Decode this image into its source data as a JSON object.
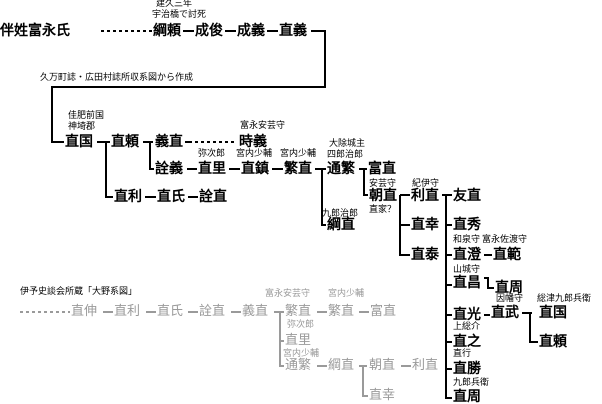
{
  "title": "伴姓富永氏",
  "source_note": "久万町誌・広田村誌所収系図から作成",
  "alt_source_note": "伊予史談会所蔵「大野系図」",
  "people": {
    "tsunayori": "綱頼",
    "naritoshi": "成俊",
    "nariyoshi": "成義",
    "naoyoshi": "直義",
    "naokuni": "直国",
    "naoyori": "直頼",
    "yoshinao": "義直",
    "tokiyoshi": "時義",
    "noriyoshi": "詮義",
    "naosato": "直里",
    "naoshige": "直鎮",
    "shigenao": "繁直",
    "tsushige": "通繁",
    "tominao": "富直",
    "tomonao": "朝直",
    "toshinao": "利直",
    "tomonao2": "友直",
    "tsunanao": "綱直",
    "naotoshi": "直利",
    "naouji": "直氏",
    "noriao": "詮直",
    "naoyuki": "直幸",
    "naoyasu": "直泰",
    "naohide": "直秀",
    "naozumi": "直澄",
    "naonori": "直範",
    "naomasa": "直昌",
    "naochika": "直周",
    "naomitsu": "直光",
    "naotake": "直武",
    "kuninao": "直国",
    "naoyori2": "直頼",
    "naoyuki2": "直之",
    "naokatsu": "直勝",
    "naochika2": "直周"
  },
  "notes": {
    "kenkyu": "建久三年",
    "ujibashi": "宇治橋で討死",
    "aki1": "富永安芸守",
    "hizen": "佳肥前国",
    "jinsai": "神埼郡",
    "yajiro": "弥次郎",
    "kunaishoyu1": "宮内少輔",
    "kunaishoyu2": "宮内少輔",
    "ogushi": "大除城主",
    "shirojiro": "四郎治郎",
    "aki2": "安芸守",
    "kiinokami": "紀伊守",
    "naoie": "直家？",
    "kurojiro": "九郎治郎",
    "izumi": "和泉守",
    "sado": "富永佐渡守",
    "yamashiro": "山城守",
    "inaba": "因幡守",
    "sotsu": "総津九郎兵衛",
    "kazue": "上総介",
    "naoyuki_n": "直行",
    "kurobei": "九郎兵衛"
  },
  "alt": {
    "a1": "直伸",
    "a2": "直利",
    "a3": "直氏",
    "a4": "詮直",
    "a5": "義直",
    "a6": "繁直",
    "a7": "繁直",
    "a8": "富直",
    "a9": "直里",
    "a10": "通繁",
    "a11": "綱直",
    "a12": "朝直",
    "a13": "利直",
    "a14": "直幸",
    "an1": "富永安芸守",
    "an2": "宮内少輔",
    "an3": "弥次郎",
    "an4": "宮内少輔"
  }
}
